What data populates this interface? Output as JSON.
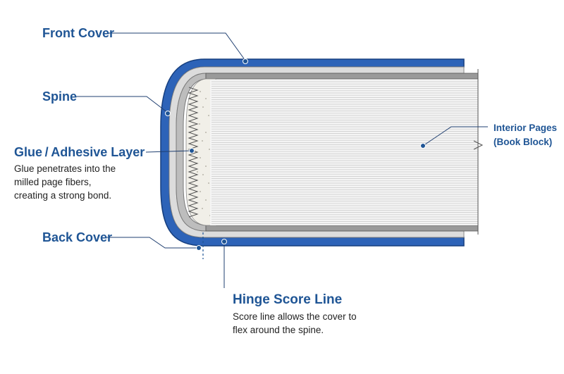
{
  "colors": {
    "accent": "#1f5595",
    "cover": "#2d63b8",
    "cover_edge": "#163f7f",
    "liner": "#dcdcdc",
    "glue": "#f1efe8",
    "pages": "#f4f4f4"
  },
  "labels": {
    "front_cover": "Front Cover",
    "spine": "Spine",
    "glue_title": "Glue / Adhesive Layer",
    "glue_desc": "Glue penetrates into the\nmilled page fibers,\ncreating a strong bond.",
    "back_cover": "Back Cover",
    "hinge_title": "Hinge Score Line",
    "hinge_desc": "Score line allows the cover to\nflex around the spine.",
    "interior_pages": "Interior Pages\n(Book Block)"
  }
}
